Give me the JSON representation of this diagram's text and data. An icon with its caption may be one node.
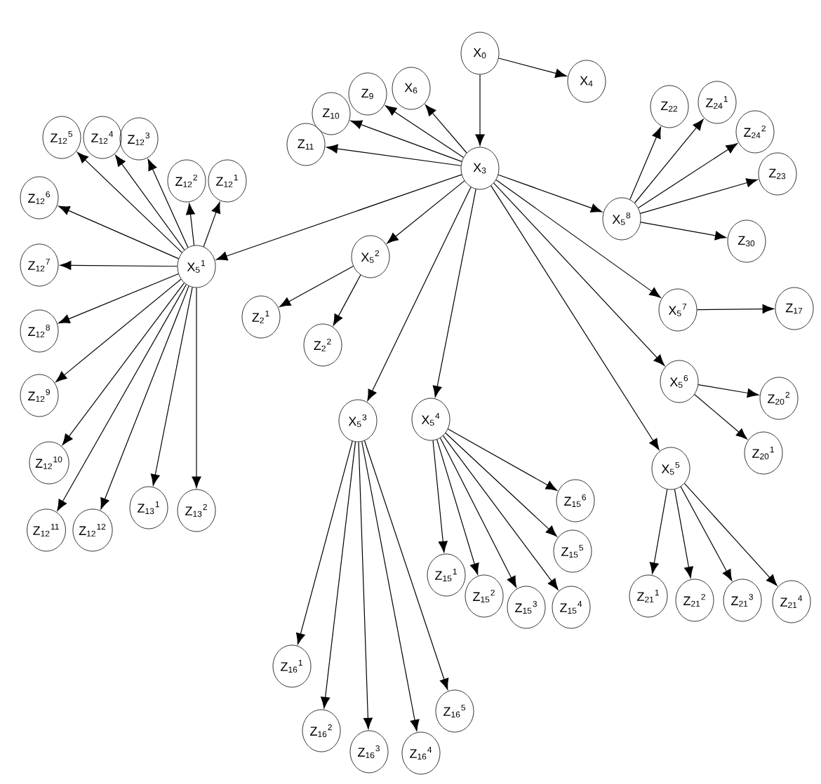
{
  "diagram": {
    "nodes": [
      {
        "text": [
          "X$_{0}$"
        ]
      },
      {
        "text": [
          "X$_{4}$"
        ]
      },
      {
        "text": [
          "X$_{6}$"
        ]
      },
      {
        "text": [
          "Z$_{9}$"
        ]
      },
      {
        "text": [
          "Z$_{10}$"
        ]
      },
      {
        "text": [
          "Z$_{11}$"
        ]
      },
      {
        "text": [
          "X$_{3}$"
        ]
      },
      {
        "text": [
          "Z$_{22}$"
        ]
      },
      {
        "text": [
          "Z$_{24}$$^{1}$"
        ]
      },
      {
        "text": [
          "Z$_{24}$$^{2}$"
        ]
      },
      {
        "text": [
          "Z$_{23}$"
        ]
      },
      {
        "text": [
          "Z$_{12}$$^{5}$"
        ]
      },
      {
        "text": [
          "Z$_{12}$$^{4}$"
        ]
      },
      {
        "text": [
          "Z$_{12}$$^{3}$"
        ]
      },
      {
        "text": [
          "Z$_{12}$$^{2}$"
        ]
      },
      {
        "text": [
          "Z$_{12}$$^{1}$"
        ]
      },
      {
        "text": [
          "Z$_{12}$$^{6}$"
        ]
      },
      {
        "text": [
          "X$_{5}$$^{8}$"
        ]
      },
      {
        "text": [
          "Z$_{30}$"
        ]
      },
      {
        "text": [
          "X$_{5}$$^{2}$"
        ]
      },
      {
        "text": [
          "X$_{5}$$^{1}$"
        ]
      },
      {
        "text": [
          "Z$_{12}$$^{7}$"
        ]
      },
      {
        "text": [
          "X$_{5}$$^{7}$"
        ]
      },
      {
        "text": [
          "Z$_{17}$"
        ]
      },
      {
        "text": [
          "Z$_{2}$$^{1}$"
        ]
      },
      {
        "text": [
          "Z$_{12}$$^{8}$"
        ]
      },
      {
        "text": [
          "Z$_{2}$$^{2}$"
        ]
      },
      {
        "text": [
          "X$_{5}$$^{6}$"
        ]
      },
      {
        "text": [
          "Z$_{12}$$^{9}$"
        ]
      },
      {
        "text": [
          "Z$_{20}$$^{2}$"
        ]
      },
      {
        "text": [
          "X$_{5}$$^{3}$"
        ]
      },
      {
        "text": [
          "X$_{5}$$^{4}$"
        ]
      },
      {
        "text": [
          "Z$_{20}$$^{1}$"
        ]
      },
      {
        "text": [
          "Z$_{12}$$^{10}$"
        ]
      },
      {
        "text": [
          "X$_{5}$$^{5}$"
        ]
      },
      {
        "text": [
          "Z$_{15}$$^{6}$"
        ]
      },
      {
        "text": [
          "Z$_{13}$$^{1}$"
        ]
      },
      {
        "text": [
          "Z$_{13}$$^{2}$"
        ]
      },
      {
        "text": [
          "Z$_{12}$$^{11}$"
        ]
      },
      {
        "text": [
          "Z$_{12}$$^{12}$"
        ]
      },
      {
        "text": [
          "Z$_{15}$$^{5}$"
        ]
      },
      {
        "text": [
          "Z$_{15}$$^{1}$"
        ]
      },
      {
        "text": [
          "Z$_{15}$$^{2}$"
        ]
      },
      {
        "text": [
          "Z$_{21}$$^{1}$"
        ]
      },
      {
        "text": [
          "Z$_{21}$$^{2}$"
        ]
      },
      {
        "text": [
          "Z$_{21}$$^{3}$"
        ]
      },
      {
        "text": [
          "Z$_{15}$$^{3}$"
        ]
      },
      {
        "text": [
          "Z$_{15}$$^{4}$"
        ]
      },
      {
        "text": [
          "Z$_{21}$$^{4}$"
        ]
      },
      {
        "text": [
          "Z$_{16}$$^{1}$"
        ]
      },
      {
        "text": [
          "Z$_{16}$$^{5}$"
        ]
      },
      {
        "text": [
          "Z$_{16}$$^{2}$"
        ]
      },
      {
        "text": [
          "Z$_{16}$$^{3}$"
        ]
      },
      {
        "text": [
          "Z$_{16}$$^{4}$"
        ]
      }
    ],
    "edges": [
      {
        "from": 0,
        "to": 6,
        "arrow": "to"
      },
      {
        "from": 0,
        "to": 1,
        "arrow": "to"
      },
      {
        "from": 6,
        "to": 2,
        "arrow": "to"
      },
      {
        "from": 6,
        "to": 3,
        "arrow": "to"
      },
      {
        "from": 6,
        "to": 4,
        "arrow": "to"
      },
      {
        "from": 6,
        "to": 5,
        "arrow": "to"
      },
      {
        "from": 6,
        "to": 20,
        "arrow": "to"
      },
      {
        "from": 6,
        "to": 19,
        "arrow": "to"
      },
      {
        "from": 6,
        "to": 30,
        "arrow": "to"
      },
      {
        "from": 6,
        "to": 31,
        "arrow": "to"
      },
      {
        "from": 6,
        "to": 17,
        "arrow": "to"
      },
      {
        "from": 6,
        "to": 22,
        "arrow": "to"
      },
      {
        "from": 6,
        "to": 27,
        "arrow": "to"
      },
      {
        "from": 6,
        "to": 34,
        "arrow": "to"
      },
      {
        "from": 20,
        "to": 11,
        "arrow": "to"
      },
      {
        "from": 20,
        "to": 12,
        "arrow": "to"
      },
      {
        "from": 20,
        "to": 13,
        "arrow": "to"
      },
      {
        "from": 20,
        "to": 14,
        "arrow": "to"
      },
      {
        "from": 20,
        "to": 15,
        "arrow": "to"
      },
      {
        "from": 20,
        "to": 16,
        "arrow": "to"
      },
      {
        "from": 20,
        "to": 21,
        "arrow": "to"
      },
      {
        "from": 20,
        "to": 25,
        "arrow": "to"
      },
      {
        "from": 20,
        "to": 28,
        "arrow": "to"
      },
      {
        "from": 20,
        "to": 33,
        "arrow": "to"
      },
      {
        "from": 20,
        "to": 38,
        "arrow": "to"
      },
      {
        "from": 20,
        "to": 39,
        "arrow": "to"
      },
      {
        "from": 20,
        "to": 36,
        "arrow": "to"
      },
      {
        "from": 20,
        "to": 37,
        "arrow": "to"
      },
      {
        "from": 19,
        "to": 24,
        "arrow": "to"
      },
      {
        "from": 19,
        "to": 26,
        "arrow": "to"
      },
      {
        "from": 30,
        "to": 49,
        "arrow": "to"
      },
      {
        "from": 30,
        "to": 51,
        "arrow": "to"
      },
      {
        "from": 30,
        "to": 52,
        "arrow": "to"
      },
      {
        "from": 30,
        "to": 53,
        "arrow": "to"
      },
      {
        "from": 30,
        "to": 50,
        "arrow": "to"
      },
      {
        "from": 31,
        "to": 41,
        "arrow": "to"
      },
      {
        "from": 31,
        "to": 42,
        "arrow": "to"
      },
      {
        "from": 31,
        "to": 46,
        "arrow": "to"
      },
      {
        "from": 31,
        "to": 47,
        "arrow": "to"
      },
      {
        "from": 31,
        "to": 40,
        "arrow": "to"
      },
      {
        "from": 31,
        "to": 35,
        "arrow": "to"
      },
      {
        "from": 17,
        "to": 7,
        "arrow": "to"
      },
      {
        "from": 17,
        "to": 8,
        "arrow": "to"
      },
      {
        "from": 17,
        "to": 9,
        "arrow": "to"
      },
      {
        "from": 17,
        "to": 10,
        "arrow": "to"
      },
      {
        "from": 17,
        "to": 18,
        "arrow": "to"
      },
      {
        "from": 22,
        "to": 23,
        "arrow": "to"
      },
      {
        "from": 27,
        "to": 29,
        "arrow": "to"
      },
      {
        "from": 27,
        "to": 32,
        "arrow": "to"
      },
      {
        "from": 34,
        "to": 43,
        "arrow": "to"
      },
      {
        "from": 34,
        "to": 44,
        "arrow": "to"
      },
      {
        "from": 34,
        "to": 45,
        "arrow": "to"
      },
      {
        "from": 34,
        "to": 48,
        "arrow": "to"
      }
    ]
  }
}
